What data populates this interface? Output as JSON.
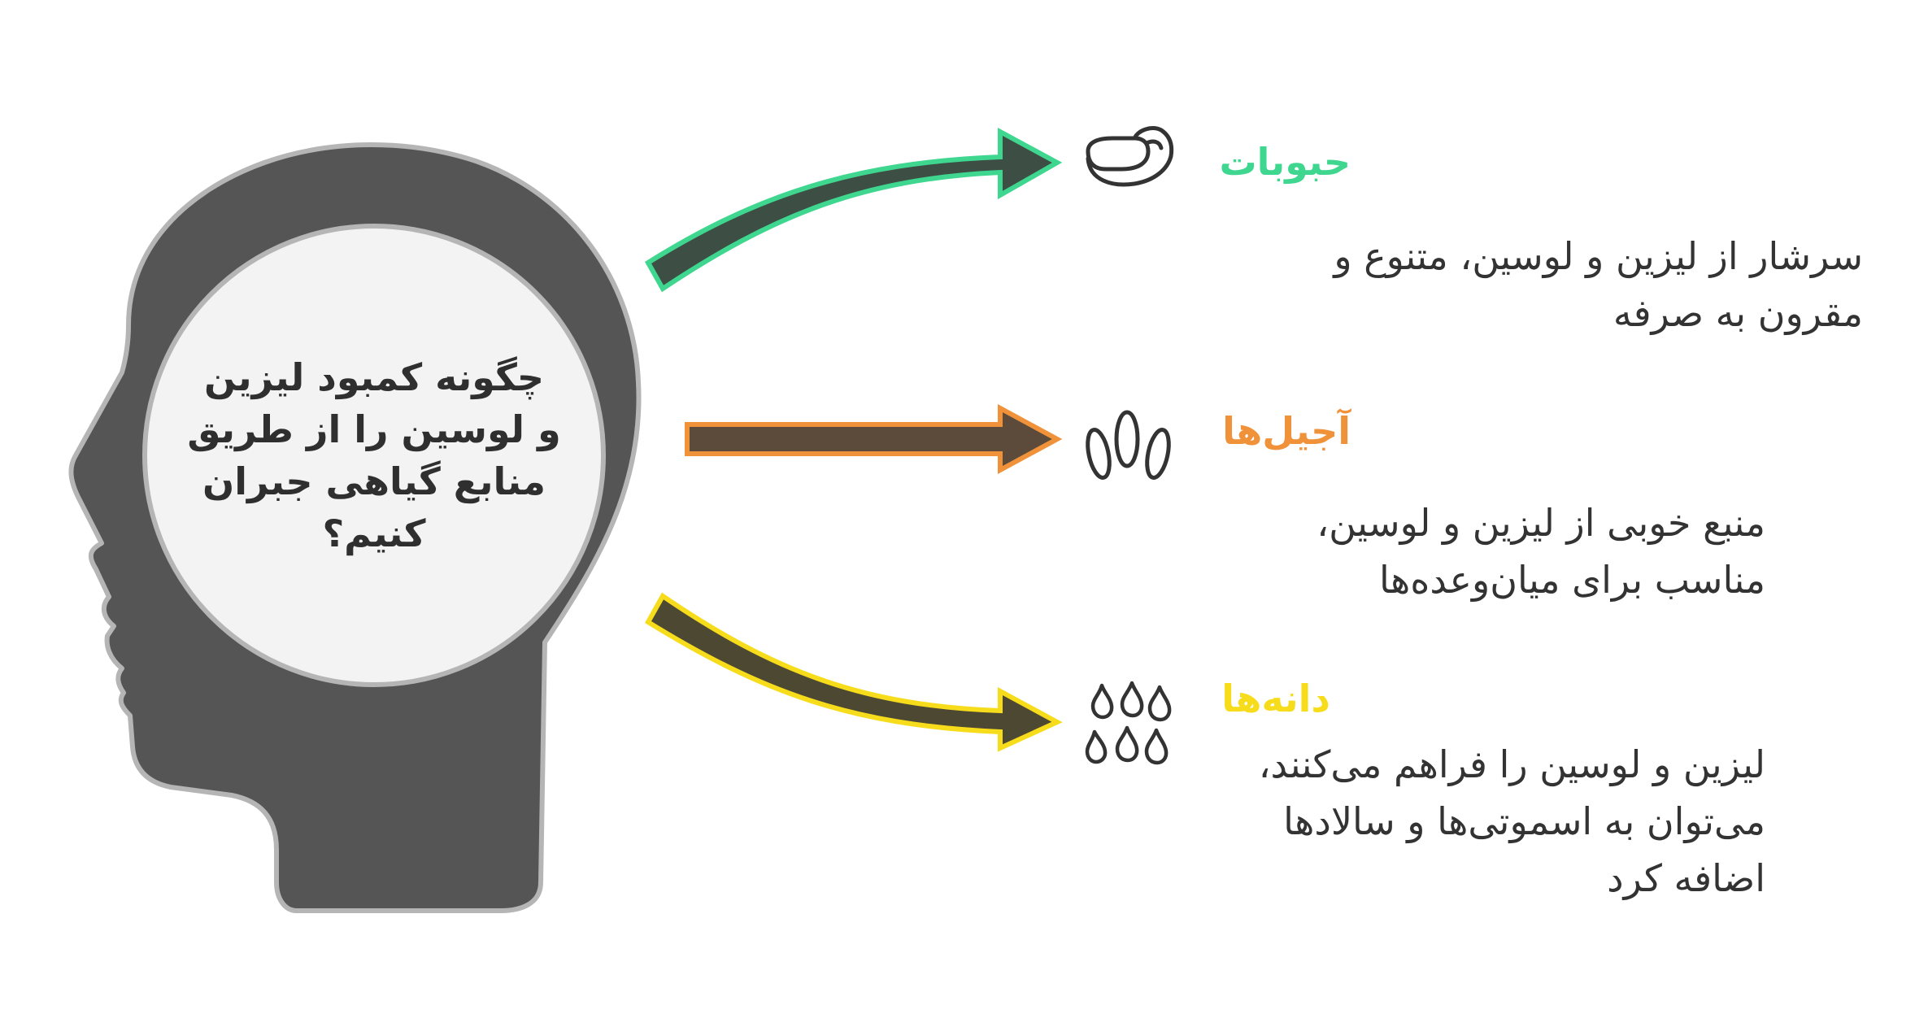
{
  "colors": {
    "head_fill": "#555555",
    "head_outline": "#b5b5b5",
    "legumes_accent": "#3fd68f",
    "legumes_arrow": "#3d4f45",
    "nuts_accent": "#f0923a",
    "nuts_arrow": "#5c4a3a",
    "seeds_accent": "#f7dc1b",
    "seeds_arrow": "#4d4832",
    "icon_stroke": "#333333"
  },
  "center": {
    "question_lines": [
      "چگونه کمبود لیزین",
      "و لوسین را از طریق",
      "منابع گیاهی جبران",
      "کنیم؟"
    ]
  },
  "branches": [
    {
      "icon": "legumes-icon",
      "title": "حبوبات",
      "desc_lines": [
        "سرشار از لیزین و لوسین، متنوع و",
        "مقرون به صرفه"
      ]
    },
    {
      "icon": "nuts-icon",
      "title": "آجیل‌ها",
      "desc_lines": [
        "منبع خوبی از لیزین و لوسین،",
        "مناسب برای میان‌وعده‌ها"
      ]
    },
    {
      "icon": "seeds-icon",
      "title": "دانه‌ها",
      "desc_lines": [
        "لیزین و لوسین را فراهم می‌کنند،",
        "می‌توان به اسموتی‌ها و سالادها",
        "اضافه کرد"
      ]
    }
  ]
}
